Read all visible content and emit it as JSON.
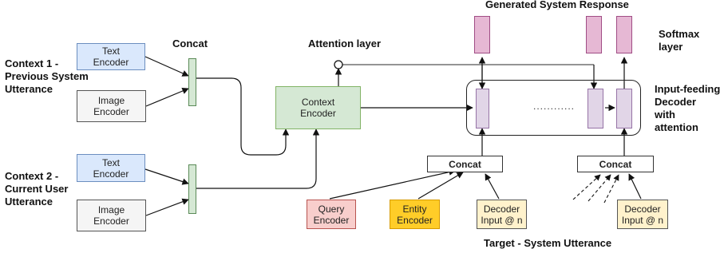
{
  "labels": {
    "generated_response": "Generated System Response",
    "softmax": "Softmax\nlayer",
    "attention": "Attention layer",
    "concat_top": "Concat",
    "context1": "Context 1 -\nPrevious System\nUtterance",
    "context2": "Context 2 -\nCurrent User\nUtterance",
    "input_feeding": "Input-feeding\nDecoder\nwith\nattention",
    "target": "Target - System Utterance",
    "dots": "............"
  },
  "boxes": {
    "text_encoder": "Text\nEncoder",
    "image_encoder": "Image\nEncoder",
    "context_encoder": "Context\nEncoder",
    "concat": "Concat",
    "query_encoder": "Query\nEncoder",
    "entity_encoder": "Entity\nEncoder",
    "decoder_input": "Decoder\nInput @ n"
  },
  "colors": {
    "text_encoder": "#dae8fc",
    "image_encoder": "#f5f5f5",
    "context_encoder": "#d5e8d4",
    "query_encoder": "#f8cecc",
    "entity_encoder": "#ffcd28",
    "decoder_input": "#fff2cc",
    "decoder_cell": "#e1d5e7",
    "softmax_cell": "#e6b8d4"
  }
}
